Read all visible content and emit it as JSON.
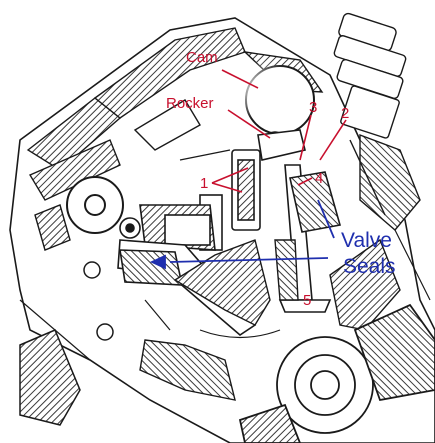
{
  "labels": {
    "cam": "Cam",
    "rocker": "Rocker",
    "n1": "1",
    "n2": "2",
    "n3": "3",
    "n4": "4",
    "n5": "5",
    "valve": "Valve",
    "seals": "Seals"
  },
  "colors": {
    "red_label": "#c8102e",
    "blue_label": "#1f2fae",
    "ink": "#1a1a1a",
    "hatch": "#3a3a3a",
    "background": "#ffffff"
  }
}
